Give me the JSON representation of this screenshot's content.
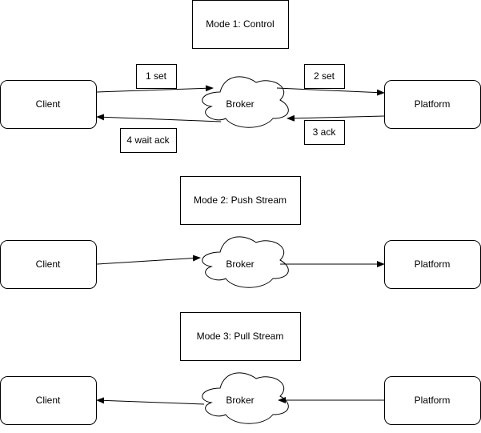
{
  "diagram": {
    "colors": {
      "stroke": "#000000",
      "fill": "#ffffff",
      "text": "#000000"
    },
    "mode1": {
      "title": "Mode 1: Control",
      "client": "Client",
      "broker": "Broker",
      "platform": "Platform",
      "step1": "1 set",
      "step2": "2 set",
      "step3": "3 ack",
      "step4": "4 wait ack"
    },
    "mode2": {
      "title": "Mode 2: Push Stream",
      "client": "Client",
      "broker": "Broker",
      "platform": "Platform"
    },
    "mode3": {
      "title": "Mode 3: Pull Stream",
      "client": "Client",
      "broker": "Broker",
      "platform": "Platform"
    }
  }
}
